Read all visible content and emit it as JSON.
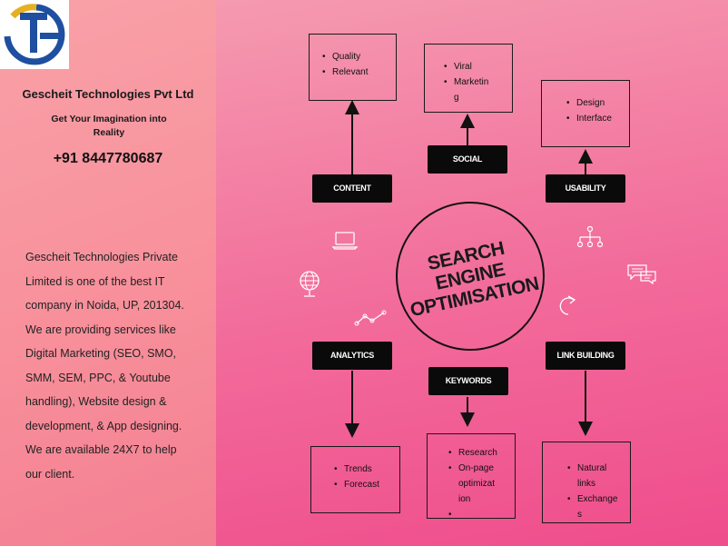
{
  "brand": {
    "logo_text": "TG",
    "company": "Gescheit Technologies Pvt Ltd",
    "tagline": "Get Your Imagination into Reality",
    "phone": "+91 8447780687",
    "description": "Gescheit Technologies Private Limited is one of the best IT company in Noida, UP, 201304. We are providing services like Digital Marketing (SEO, SMO, SMM, SEM, PPC, & Youtube handling), Website design & development, & App designing. We are available 24X7 to help our client."
  },
  "diagram": {
    "center_line1": "SEARCH ENGINE",
    "center_line2": "OPTIMISATION",
    "nodes": {
      "content": {
        "label": "CONTENT",
        "items": [
          "Quality",
          "Relevant"
        ]
      },
      "social": {
        "label": "SOCIAL",
        "items": [
          "Viral",
          "Marketin g"
        ]
      },
      "usability": {
        "label": "USABILITY",
        "items": [
          "Design",
          "Interface"
        ]
      },
      "analytics": {
        "label": "ANALYTICS",
        "items": [
          "Trends",
          "Forecast"
        ]
      },
      "keywords": {
        "label": "KEYWORDS",
        "items": [
          "Research",
          "On-page optimizat ion",
          ""
        ]
      },
      "link_building": {
        "label": "LINK BUILDING",
        "items": [
          "Natural links",
          "Exchange s"
        ]
      }
    }
  },
  "colors": {
    "left_panel": "#f8909b",
    "right_panel": "#f26a9a",
    "label_bg": "#0a0a0a",
    "logo_blue": "#1f4fa0",
    "logo_gold": "#e6b022"
  },
  "icons": [
    "laptop-icon",
    "globe-icon",
    "line-graph-icon",
    "hierarchy-icon",
    "chat-icon",
    "refresh-arrow-icon"
  ]
}
